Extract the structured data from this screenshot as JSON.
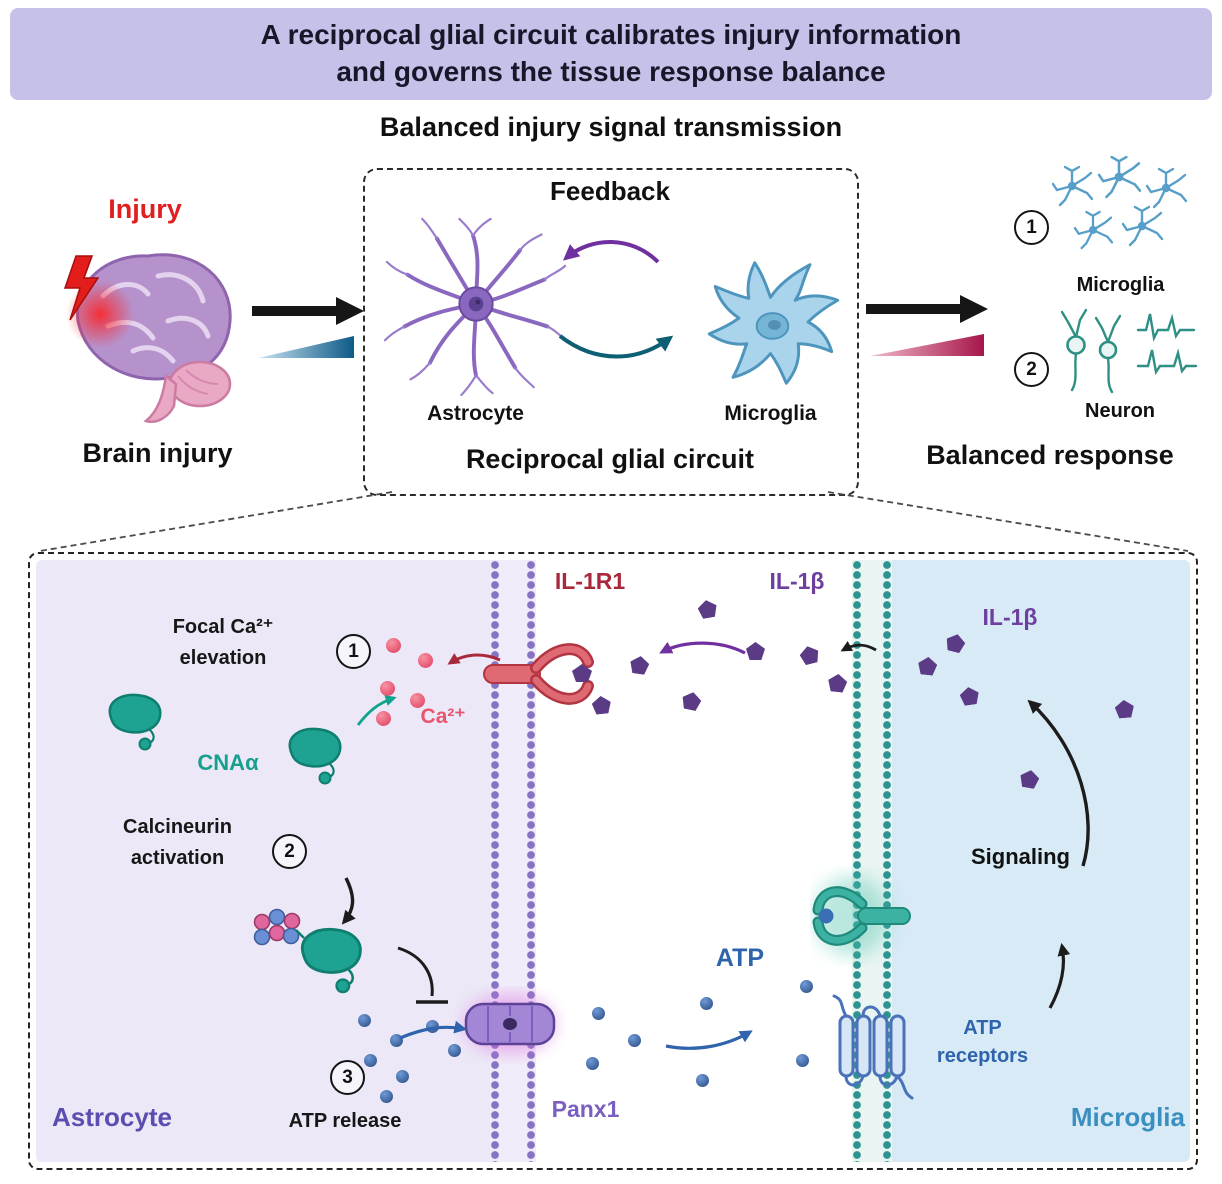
{
  "banner": {
    "line1": "A reciprocal glial circuit calibrates injury information",
    "line2": "and governs the tissue response balance"
  },
  "subtitle": "Balanced injury signal transmission",
  "top": {
    "injury": "Injury",
    "brain_injury": "Brain injury",
    "feedback": "Feedback",
    "astrocyte": "Astrocyte",
    "microglia": "Microglia",
    "circuit": "Reciprocal glial circuit",
    "response_1_num": "1",
    "response_1_label": "Microglia",
    "response_2_num": "2",
    "response_2_label": "Neuron",
    "balanced_response": "Balanced response"
  },
  "pathway": {
    "il1r1": "IL-1R1",
    "il1b_mid": "IL-1β",
    "il1b_right": "IL-1β",
    "focal_ca_line1": "Focal Ca²⁺",
    "focal_ca_line2": "elevation",
    "step1": "1",
    "ca_label": "Ca²⁺",
    "cna_label": "CNAα",
    "calcineurin_line1": "Calcineurin",
    "calcineurin_line2": "activation",
    "step2": "2",
    "step3": "3",
    "atp_release": "ATP release",
    "astrocyte": "Astrocyte",
    "panx1": "Panx1",
    "atp": "ATP",
    "atp_receptors_line1": "ATP",
    "atp_receptors_line2": "receptors",
    "signaling": "Signaling",
    "microglia": "Microglia"
  },
  "colors": {
    "banner_bg": "#c6c1e9",
    "injury_red": "#e01f1f",
    "astro_purple": "#8a68c0",
    "micro_blue": "#5aa7d4",
    "il1r1_red": "#a8293c",
    "il1b_purple": "#6d3f9e",
    "ca_pink": "#e8566e",
    "cna_teal": "#17a08d",
    "atp_blue": "#2f64ad",
    "panx_purple": "#7b5fc0"
  }
}
